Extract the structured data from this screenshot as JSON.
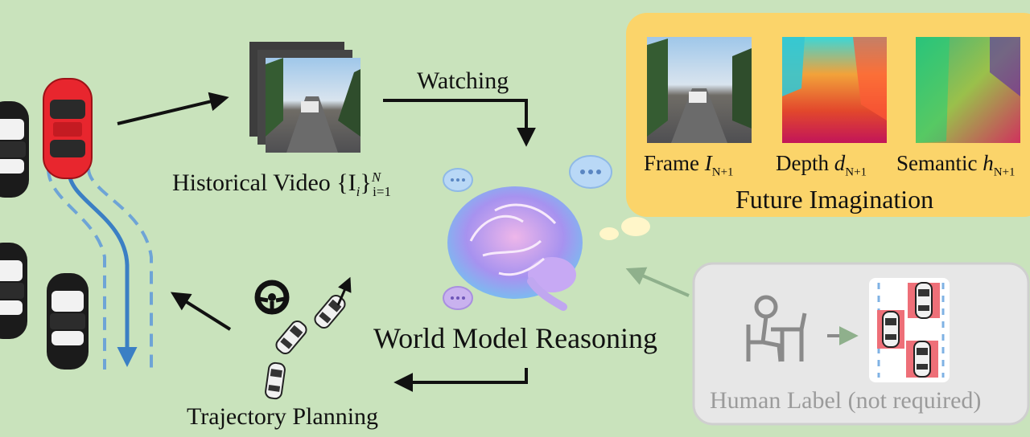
{
  "labels": {
    "watching": "Watching",
    "historical_video": "Historical Video",
    "historical_video_math": "{I",
    "historical_video_sub": "i",
    "historical_video_brace": "}",
    "historical_video_sup": "N",
    "historical_video_lower": "i=1",
    "world_model": "World Model Reasoning",
    "trajectory": "Trajectory Planning",
    "human_label": "Human Label (not required)"
  },
  "future_imagination": {
    "title": "Future Imagination",
    "frame": {
      "word": "Frame",
      "sym": "I",
      "sub": "N+1"
    },
    "depth": {
      "word": "Depth",
      "sym": "d",
      "sub": "N+1"
    },
    "semantic": {
      "word": "Semantic",
      "sym": "h",
      "sub": "N+1"
    }
  },
  "icons": [
    "car-icon",
    "steering-wheel-icon",
    "brain-icon",
    "chat-bubble-icon",
    "person-at-desk-icon",
    "arrow-icon"
  ],
  "colors": {
    "background": "#c9e3bc",
    "panel_fill": "#fbd46a",
    "human_panel": "#e7e7e7",
    "path_blue": "#3b7fc4",
    "car_red": "#e8262e",
    "label_box_red": "#ee6f78"
  }
}
